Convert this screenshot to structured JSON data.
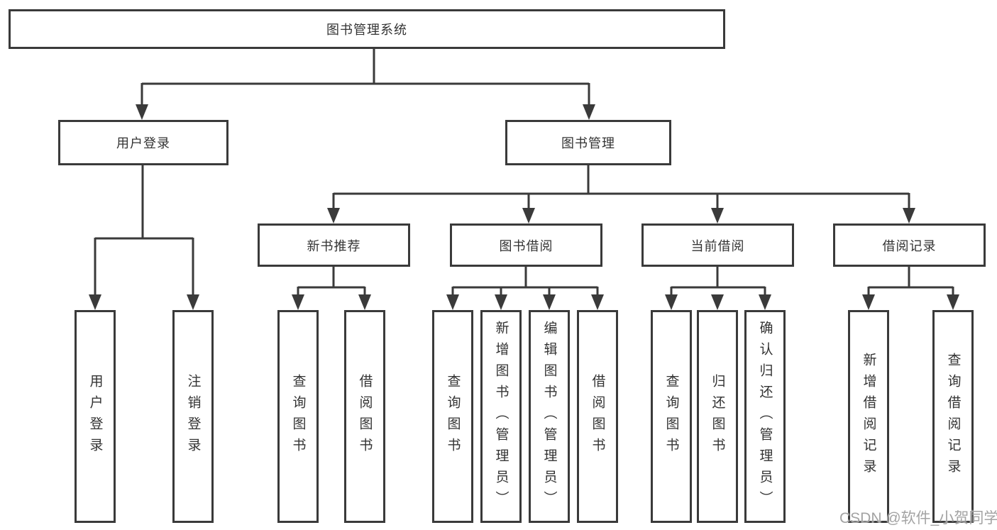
{
  "diagram": {
    "title": "图书管理系统",
    "colors": {
      "line": "#3a3a3a",
      "text": "#333333",
      "box_background": "#ffffff",
      "page_background": "#ffffff",
      "watermark": "#9e9e9e"
    },
    "nodes": {
      "root": {
        "label": "图书管理系统"
      },
      "level2": [
        {
          "label": "用户登录"
        },
        {
          "label": "图书管理"
        }
      ],
      "level3": [
        {
          "label": "新书推荐",
          "parent": "图书管理"
        },
        {
          "label": "图书借阅",
          "parent": "图书管理"
        },
        {
          "label": "当前借阅",
          "parent": "图书管理"
        },
        {
          "label": "借阅记录",
          "parent": "图书管理"
        }
      ],
      "level4": [
        {
          "label": "用户登录",
          "parent": "用户登录"
        },
        {
          "label": "注销登录",
          "parent": "用户登录"
        },
        {
          "label": "查询图书",
          "parent": "新书推荐"
        },
        {
          "label": "借阅图书",
          "parent": "新书推荐"
        },
        {
          "label": "查询图书",
          "parent": "图书借阅"
        },
        {
          "label": "新增图书（管理员）",
          "parent": "图书借阅"
        },
        {
          "label": "编辑图书（管理员）",
          "parent": "图书借阅"
        },
        {
          "label": "借阅图书",
          "parent": "图书借阅"
        },
        {
          "label": "查询图书",
          "parent": "当前借阅"
        },
        {
          "label": "归还图书",
          "parent": "当前借阅"
        },
        {
          "label": "确认归还（管理员）",
          "parent": "当前借阅"
        },
        {
          "label": "新增借阅记录",
          "parent": "借阅记录"
        },
        {
          "label": "查询借阅记录",
          "parent": "借阅记录"
        }
      ]
    },
    "watermark": "CSDN @软件_小贺同学"
  }
}
